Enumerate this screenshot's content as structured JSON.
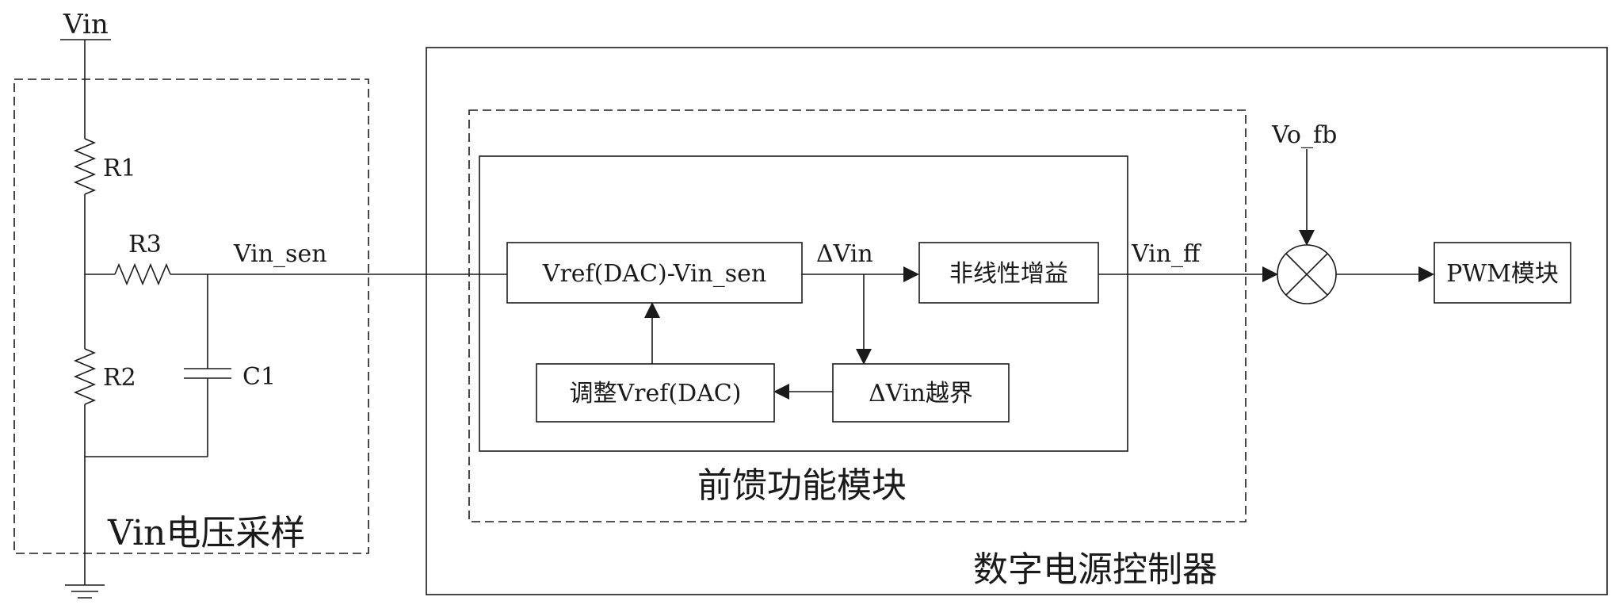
{
  "labels": {
    "vin_top": "Vin",
    "r1": "R1",
    "r2": "R2",
    "r3": "R3",
    "c1": "C1",
    "vin_sen": "Vin_sen",
    "vin_sampling": "Vin电压采样",
    "vref_sub": "Vref(DAC)-Vin_sen",
    "delta_vin": "ΔVin",
    "nonlinear_gain": "非线性增益",
    "vin_ff": "Vin_ff",
    "adjust_vref": "调整Vref(DAC)",
    "delta_vin_exceed": "ΔVin越界",
    "feedforward_module": "前馈功能模块",
    "vo_fb": "Vo_fb",
    "pwm_module": "PWM模块",
    "digital_controller": "数字电源控制器"
  }
}
